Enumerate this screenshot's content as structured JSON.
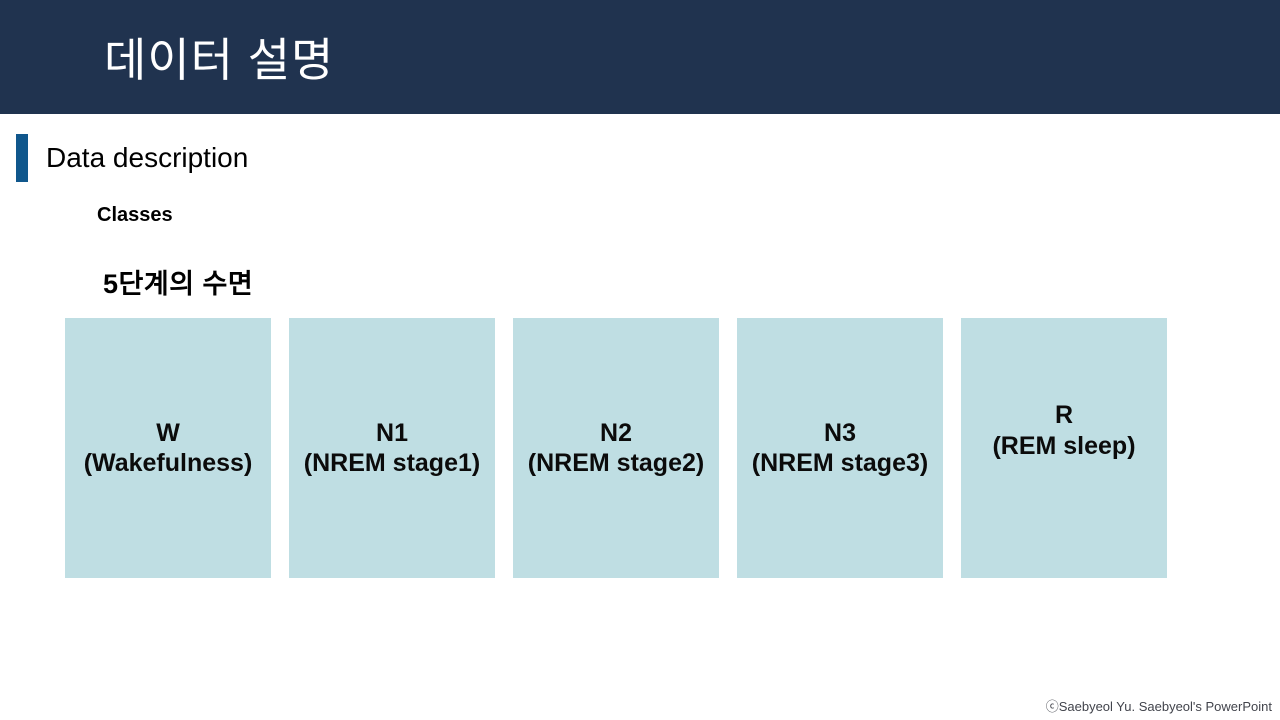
{
  "slide": {
    "title_ko": "데이터 설명",
    "section_heading": "Data description",
    "footer_credit": "ⓒSaebyeol Yu. Saebyeol's PowerPoint"
  },
  "content": {
    "classes_label": "Classes",
    "subtitle_ko": "5단계의 수면",
    "sleep_stages": [
      {
        "code": "W",
        "name": "(Wakefulness)"
      },
      {
        "code": "N1",
        "name": "(NREM stage1)"
      },
      {
        "code": "N2",
        "name": "(NREM stage2)"
      },
      {
        "code": "N3",
        "name": "(NREM stage3)"
      },
      {
        "code": "R",
        "name": "(REM sleep)"
      }
    ]
  },
  "colors": {
    "header_bg": "#20334F",
    "accent_bar": "#10578C",
    "stage_box_fill": "#BFDEE3",
    "title_text": "#FFFFFF",
    "body_text": "#000000",
    "footer_text": "#42444C"
  }
}
